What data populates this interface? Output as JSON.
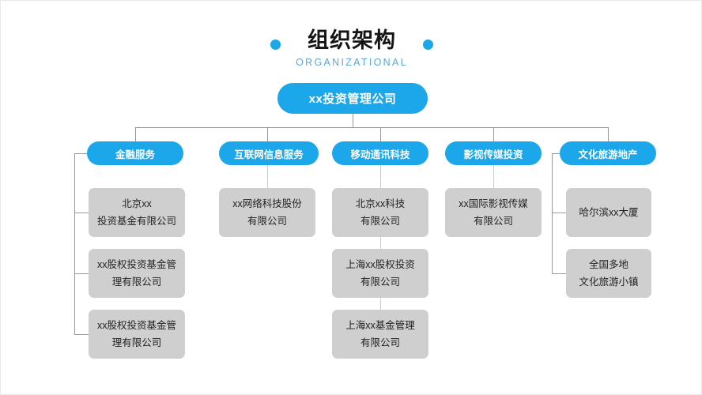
{
  "header": {
    "title": "组织架构",
    "subtitle": "ORGANIZATIONAL",
    "dot_color": "#1CA7EA",
    "title_color": "#141414",
    "subtitle_color": "#5AA8D8"
  },
  "theme": {
    "accent": "#1CA7EA",
    "node_text": "#FFFFFF",
    "leaf_bg": "#CFCFCF",
    "leaf_text": "#222222",
    "line": "#9A9A9A",
    "background": "#FFFFFF"
  },
  "chart_data": {
    "type": "diagram",
    "diagram_kind": "organizational-chart",
    "title": "组织架构",
    "root": "xx投资管理公司",
    "branches": [
      {
        "label": "金融服务",
        "connector": "left-trunk",
        "children": [
          "北京xx\n投资基金有限公司",
          "xx股权投资基金管\n理有限公司",
          "xx股权投资基金管\n理有限公司"
        ]
      },
      {
        "label": "互联网信息服务",
        "connector": "center-line",
        "children": [
          "xx网络科技股份\n有限公司"
        ]
      },
      {
        "label": "移动通讯科技",
        "connector": "center-line",
        "children": [
          "北京xx科技\n有限公司",
          "上海xx股权投资\n有限公司",
          "上海xx基金管理\n有限公司"
        ]
      },
      {
        "label": "影视传媒投资",
        "connector": "center-line",
        "children": [
          "xx国际影视传媒\n有限公司"
        ]
      },
      {
        "label": "文化旅游地产",
        "connector": "left-trunk",
        "children": [
          "哈尔滨xx大厦",
          "全国多地\n文化旅游小镇"
        ]
      }
    ]
  },
  "nodes": {
    "root": "xx投资管理公司",
    "dept1": "金融服务",
    "dept2": "互联网信息服务",
    "dept3": "移动通讯科技",
    "dept4": "影视传媒投资",
    "dept5": "文化旅游地产",
    "c1r1_l1": "北京xx",
    "c1r1_l2": "投资基金有限公司",
    "c1r2_l1": "xx股权投资基金管",
    "c1r2_l2": "理有限公司",
    "c1r3_l1": "xx股权投资基金管",
    "c1r3_l2": "理有限公司",
    "c2r1_l1": "xx网络科技股份",
    "c2r1_l2": "有限公司",
    "c3r1_l1": "北京xx科技",
    "c3r1_l2": "有限公司",
    "c3r2_l1": "上海xx股权投资",
    "c3r2_l2": "有限公司",
    "c3r3_l1": "上海xx基金管理",
    "c3r3_l2": "有限公司",
    "c4r1_l1": "xx国际影视传媒",
    "c4r1_l2": "有限公司",
    "c5r1_l1": "哈尔滨xx大厦",
    "c5r2_l1": "全国多地",
    "c5r2_l2": "文化旅游小镇"
  }
}
